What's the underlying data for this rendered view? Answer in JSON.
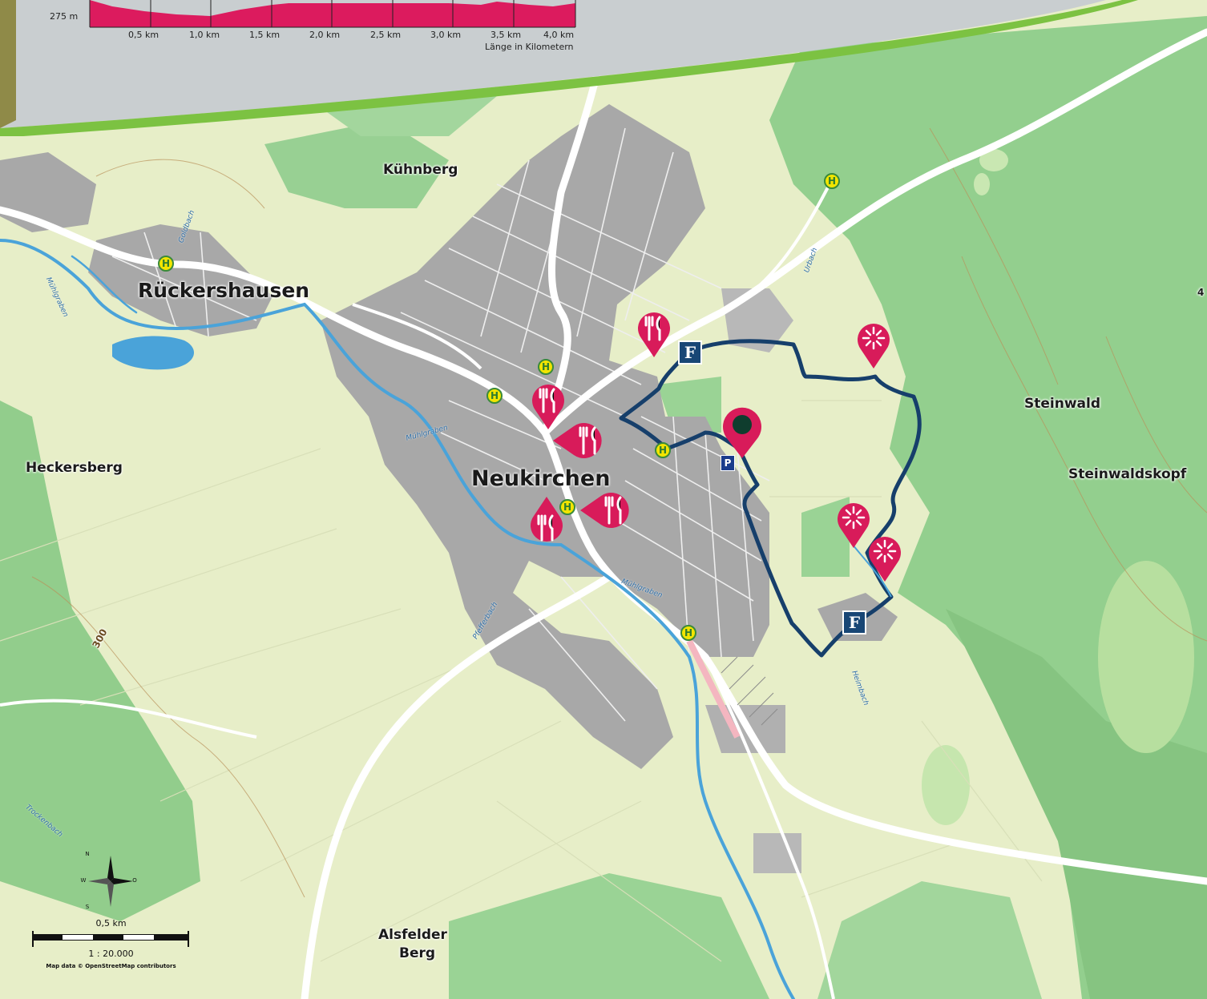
{
  "profile": {
    "y_label": "275 m",
    "x_ticks": [
      "0,5 km",
      "1,0 km",
      "1,5 km",
      "2,0 km",
      "2,5 km",
      "3,0 km",
      "3,5 km",
      "4,0 km"
    ],
    "x_caption": "Länge in Kilometern"
  },
  "places": {
    "rueckershausen": "Rückershausen",
    "neukirchen": "Neukirchen",
    "kuehnberg": "Kühnberg",
    "heckersberg": "Heckersberg",
    "steinwald": "Steinwald",
    "steinwaldskopf": "Steinwaldskopf",
    "alsfelder_berg_1": "Alsfelder",
    "alsfelder_berg_2": "Berg",
    "contour_300": "300",
    "edge_number": "4"
  },
  "waters": {
    "goldbach": "Goldbach",
    "muehlgraben_w": "Mühlgraben",
    "muehlgraben_c": "Mühlgraben",
    "muehlgraben_s": "Mühlgraben",
    "urbach": "Urbach",
    "pfefferbach": "Pfefferbach",
    "heimbach": "Heimbach",
    "trockenbach": "Trockenbach"
  },
  "symbols": {
    "bus_stop": "H",
    "parking": "P",
    "ffs": "F"
  },
  "scale": {
    "distance": "0,5 km",
    "ratio": "1 : 20.000",
    "attribution": "Map data © OpenStreetMap contributors",
    "compass_n": "N",
    "compass_s": "S",
    "compass_w": "W",
    "compass_o": "O"
  },
  "colors": {
    "route": "#163f6b",
    "poi": "#d81b5a",
    "forest": "#8fcc8a",
    "meadow": "#e9efc9",
    "town": "#a9a9a9",
    "water": "#4aa3d9",
    "profile_fill": "#dc1b5e",
    "banner": "#c9ced0",
    "accent_green": "#7cc242"
  }
}
